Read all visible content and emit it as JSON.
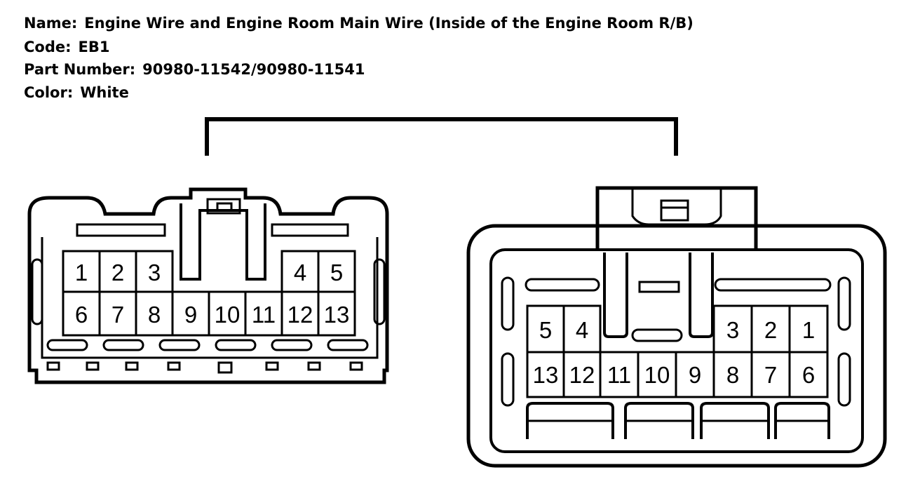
{
  "header": {
    "name_label": "Name:",
    "name_value": "Engine Wire and Engine Room Main Wire (Inside of the Engine Room R/B)",
    "code_label": "Code:",
    "code_value": "EB1",
    "part_label": "Part Number:",
    "part_value": "90980-11542/90980-11541",
    "color_label": "Color:",
    "color_value": "White"
  },
  "left_connector": {
    "top_row": [
      "1",
      "2",
      "3",
      "4",
      "5"
    ],
    "bottom_row": [
      "6",
      "7",
      "8",
      "9",
      "10",
      "11",
      "12",
      "13"
    ]
  },
  "right_connector": {
    "top_row": [
      "5",
      "4",
      "3",
      "2",
      "1"
    ],
    "bottom_row": [
      "13",
      "12",
      "11",
      "10",
      "9",
      "8",
      "7",
      "6"
    ]
  }
}
